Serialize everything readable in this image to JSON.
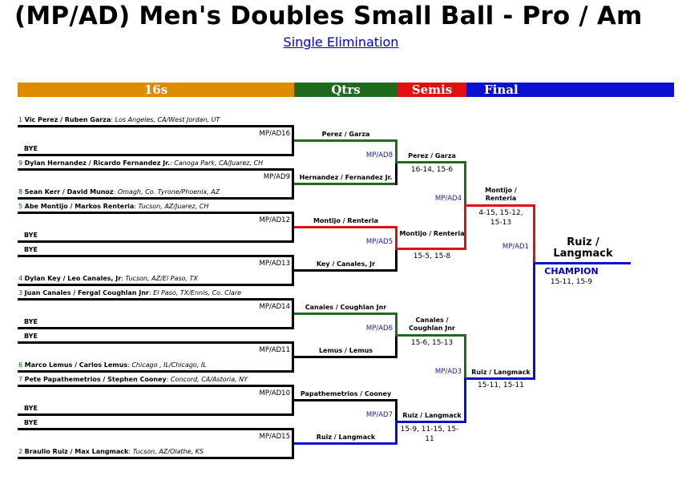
{
  "title": "(MP/AD) Men's Doubles Small Ball - Pro / Am",
  "subtitle": "Single Elimination",
  "headers": {
    "r16": "16s",
    "qtrs": "Qtrs",
    "semis": "Semis",
    "final": "Final"
  },
  "colors": {
    "r16": "#e08a00",
    "qtrs": "#1e6b1e",
    "semis": "#e01010",
    "final": "#0a10d0"
  },
  "entries": [
    {
      "seed": "1",
      "name": "Vic Perez / Ruben Garza",
      "loc": "Los Angeles, CA/West Jordan, UT"
    },
    {
      "seed": "",
      "name": "BYE",
      "loc": ""
    },
    {
      "seed": "9",
      "name": "Dylan Hernandez / Ricardo Fernandez Jr.",
      "loc": "Canoga Park, CA/Juarez, CH"
    },
    {
      "seed": "8",
      "name": "Sean Kerr / David Munoz",
      "loc": "Omagh, Co. Tyrone/Phoenix, AZ"
    },
    {
      "seed": "5",
      "name": "Abe Montijo / Markos Renteria",
      "loc": "Tucson, AZ/Juarez, CH"
    },
    {
      "seed": "",
      "name": "BYE",
      "loc": ""
    },
    {
      "seed": "",
      "name": "BYE",
      "loc": ""
    },
    {
      "seed": "4",
      "name": "Dylan Key / Leo Canales, Jr",
      "loc": "Tucson, AZ/El Paso, TX"
    },
    {
      "seed": "3",
      "name": "Juan Canales / Fergal Coughlan Jnr",
      "loc": "El Paso, TX/Ennis, Co. Clare"
    },
    {
      "seed": "",
      "name": "BYE",
      "loc": ""
    },
    {
      "seed": "",
      "name": "BYE",
      "loc": ""
    },
    {
      "seed": "6",
      "name": "Marco Lemus / Carlos Lemus",
      "loc": "Chicago , IL/Chicago, IL"
    },
    {
      "seed": "7",
      "name": "Pete Papathemetrios / Stephen Cooney",
      "loc": "Concord, CA/Astoria, NY"
    },
    {
      "seed": "",
      "name": "BYE",
      "loc": ""
    },
    {
      "seed": "",
      "name": "BYE",
      "loc": ""
    },
    {
      "seed": "2",
      "name": "Braulio Ruiz / Max Langmack",
      "loc": "Tucson, AZ/Olathe, KS"
    }
  ],
  "r16_matches": [
    {
      "code": "MP/AD16",
      "winner": "Perez / Garza",
      "score": ""
    },
    {
      "code": "MP/AD9",
      "winner": "Hernandez / Fernandez Jr.",
      "score": ""
    },
    {
      "code": "MP/AD12",
      "winner": "Montijo / Renteria",
      "score": ""
    },
    {
      "code": "MP/AD13",
      "winner": "Key / Canales, Jr",
      "score": ""
    },
    {
      "code": "MP/AD14",
      "winner": "Canales / Coughlan Jnr",
      "score": ""
    },
    {
      "code": "MP/AD11",
      "winner": "Lemus / Lemus",
      "score": ""
    },
    {
      "code": "MP/AD10",
      "winner": "Papathemetrios / Cooney",
      "score": ""
    },
    {
      "code": "MP/AD15",
      "winner": "Ruiz / Langmack",
      "score": ""
    }
  ],
  "qtr_matches": [
    {
      "code": "MP/AD8",
      "winner": "Perez / Garza",
      "score": "16-14, 15-6"
    },
    {
      "code": "MP/AD5",
      "winner": "Montijo / Renteria",
      "score": "15-5, 15-8"
    },
    {
      "code": "MP/AD6",
      "winner": "Canales / Coughlan Jnr",
      "score": "15-6, 15-13"
    },
    {
      "code": "MP/AD7",
      "winner": "Ruiz / Langmack",
      "score": "15-9, 11-15, 15-11"
    }
  ],
  "semi_matches": [
    {
      "code": "MP/AD4",
      "winner": "Montijo / Renteria",
      "score": "4-15, 15-12, 15-13"
    },
    {
      "code": "MP/AD3",
      "winner": "Ruiz / Langmack",
      "score": "15-11, 15-11"
    }
  ],
  "final_match": {
    "code": "MP/AD1",
    "winner": "Ruiz / Langmack",
    "label": "CHAMPION",
    "score": "15-11, 15-9"
  }
}
